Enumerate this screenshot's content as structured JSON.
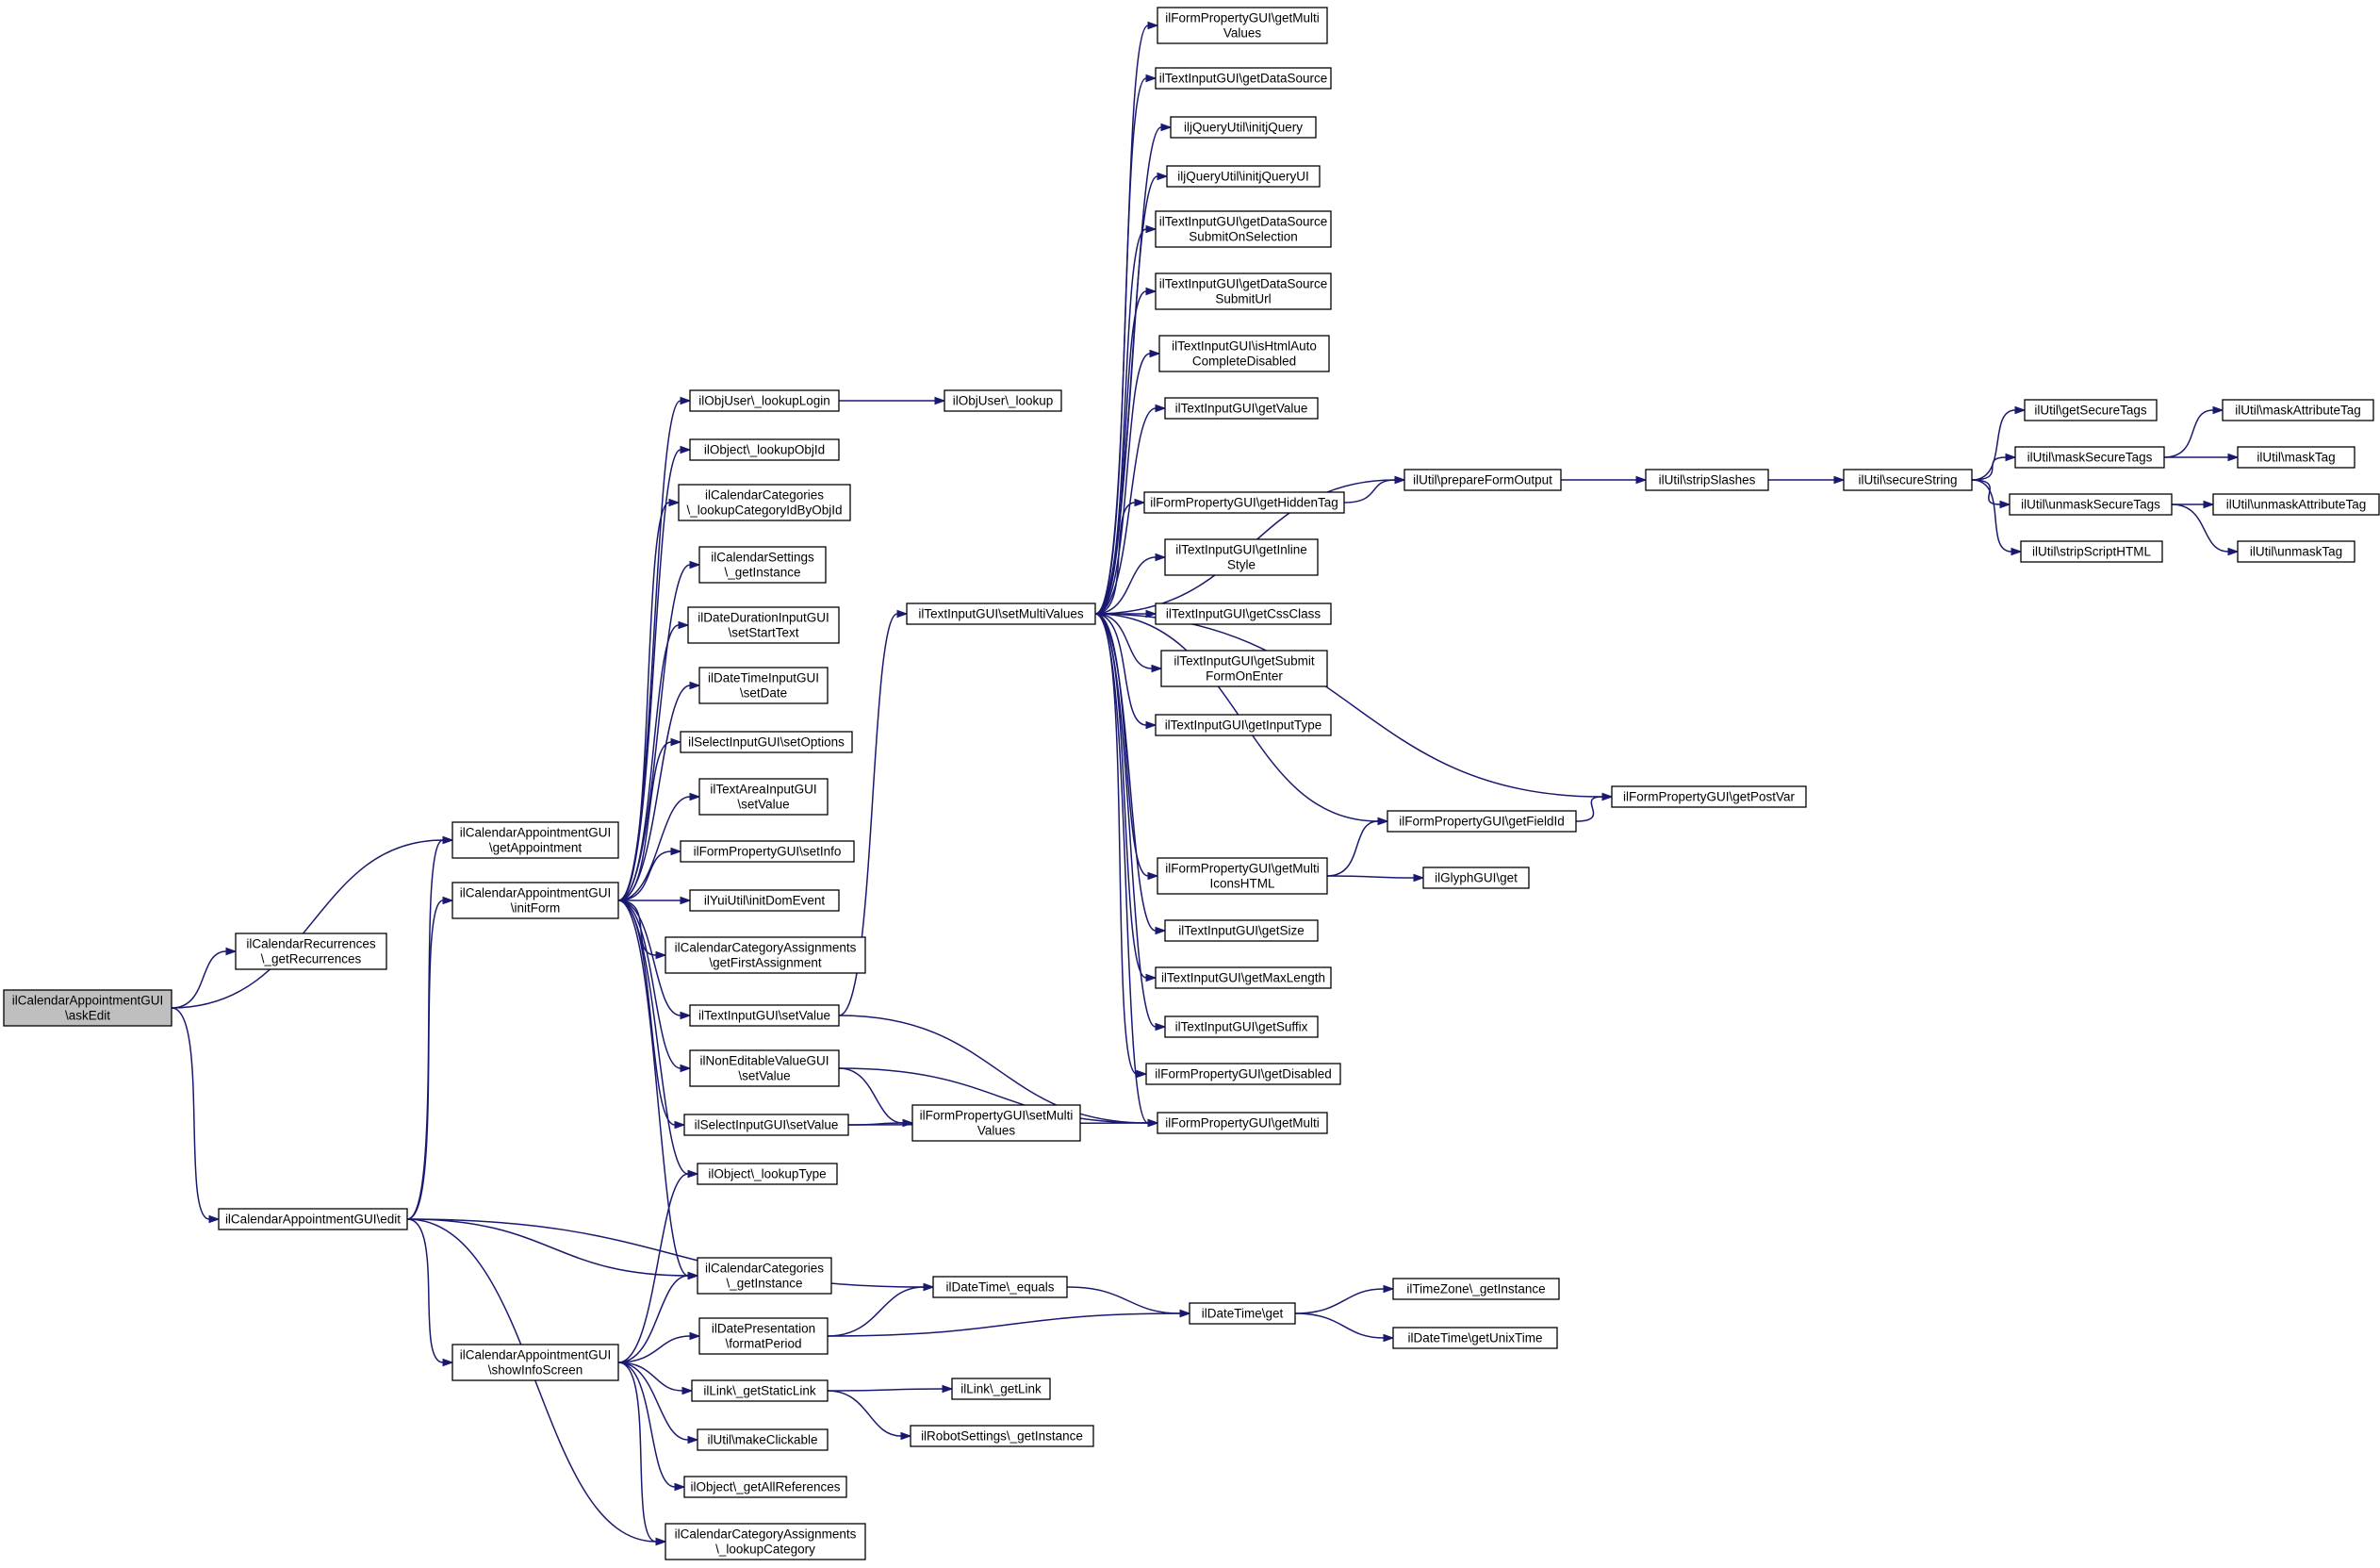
{
  "colors": {
    "edge": "#191970",
    "node_border": "#000000",
    "root_fill": "#bfbfbf",
    "node_fill": "#ffffff"
  },
  "nodes": [
    {
      "id": "askEdit",
      "lines": [
        "ilCalendarAppointmentGUI",
        "\\askEdit"
      ],
      "root": true
    },
    {
      "id": "getRecurrences",
      "lines": [
        "ilCalendarRecurrences",
        "\\_getRecurrences"
      ]
    },
    {
      "id": "getAppointment",
      "lines": [
        "ilCalendarAppointmentGUI",
        "\\getAppointment"
      ]
    },
    {
      "id": "initForm",
      "lines": [
        "ilCalendarAppointmentGUI",
        "\\initForm"
      ]
    },
    {
      "id": "edit",
      "lines": [
        "ilCalendarAppointmentGUI\\edit"
      ]
    },
    {
      "id": "showInfoScreen",
      "lines": [
        "ilCalendarAppointmentGUI",
        "\\showInfoScreen"
      ]
    },
    {
      "id": "lookupLogin",
      "lines": [
        "ilObjUser\\_lookupLogin"
      ]
    },
    {
      "id": "lookup",
      "lines": [
        "ilObjUser\\_lookup"
      ]
    },
    {
      "id": "lookupObjId",
      "lines": [
        "ilObject\\_lookupObjId"
      ]
    },
    {
      "id": "lookupCategoryIdByObjId",
      "lines": [
        "ilCalendarCategories",
        "\\_lookupCategoryIdByObjId"
      ]
    },
    {
      "id": "settingsGetInstance",
      "lines": [
        "ilCalendarSettings",
        "\\_getInstance"
      ]
    },
    {
      "id": "setStartText",
      "lines": [
        "ilDateDurationInputGUI",
        "\\setStartText"
      ]
    },
    {
      "id": "setDate",
      "lines": [
        "ilDateTimeInputGUI",
        "\\setDate"
      ]
    },
    {
      "id": "setOptions",
      "lines": [
        "ilSelectInputGUI\\setOptions"
      ]
    },
    {
      "id": "textAreaSetValue",
      "lines": [
        "ilTextAreaInputGUI",
        "\\setValue"
      ]
    },
    {
      "id": "setInfo",
      "lines": [
        "ilFormPropertyGUI\\setInfo"
      ]
    },
    {
      "id": "initDomEvent",
      "lines": [
        "ilYuiUtil\\initDomEvent"
      ]
    },
    {
      "id": "getFirstAssignment",
      "lines": [
        "ilCalendarCategoryAssignments",
        "\\getFirstAssignment"
      ]
    },
    {
      "id": "textInputSetValue",
      "lines": [
        "ilTextInputGUI\\setValue"
      ]
    },
    {
      "id": "nonEditableSetValue",
      "lines": [
        "ilNonEditableValueGUI",
        "\\setValue"
      ]
    },
    {
      "id": "selectInputSetValue",
      "lines": [
        "ilSelectInputGUI\\setValue"
      ]
    },
    {
      "id": "lookupType",
      "lines": [
        "ilObject\\_lookupType"
      ]
    },
    {
      "id": "categoriesGetInstance",
      "lines": [
        "ilCalendarCategories",
        "\\_getInstance"
      ]
    },
    {
      "id": "formatPeriod",
      "lines": [
        "ilDatePresentation",
        "\\formatPeriod"
      ]
    },
    {
      "id": "getStaticLink",
      "lines": [
        "ilLink\\_getStaticLink"
      ]
    },
    {
      "id": "makeClickable",
      "lines": [
        "ilUtil\\makeClickable"
      ]
    },
    {
      "id": "getAllReferences",
      "lines": [
        "ilObject\\_getAllReferences"
      ]
    },
    {
      "id": "lookupCategory",
      "lines": [
        "ilCalendarCategoryAssignments",
        "\\_lookupCategory"
      ]
    },
    {
      "id": "setMultiValues",
      "lines": [
        "ilTextInputGUI\\setMultiValues"
      ]
    },
    {
      "id": "formSetMultiValues",
      "lines": [
        "ilFormPropertyGUI\\setMulti",
        "Values"
      ]
    },
    {
      "id": "getMultiValues",
      "lines": [
        "ilFormPropertyGUI\\getMulti",
        "Values"
      ]
    },
    {
      "id": "getDataSource",
      "lines": [
        "ilTextInputGUI\\getDataSource"
      ]
    },
    {
      "id": "initjQuery",
      "lines": [
        "iljQueryUtil\\initjQuery"
      ]
    },
    {
      "id": "initjQueryUI",
      "lines": [
        "iljQueryUtil\\initjQueryUI"
      ]
    },
    {
      "id": "getDataSourceSubmitOnSelection",
      "lines": [
        "ilTextInputGUI\\getDataSource",
        "SubmitOnSelection"
      ]
    },
    {
      "id": "getDataSourceSubmitUrl",
      "lines": [
        "ilTextInputGUI\\getDataSource",
        "SubmitUrl"
      ]
    },
    {
      "id": "isHtmlAutoCompleteDisabled",
      "lines": [
        "ilTextInputGUI\\isHtmlAuto",
        "CompleteDisabled"
      ]
    },
    {
      "id": "getValue",
      "lines": [
        "ilTextInputGUI\\getValue"
      ]
    },
    {
      "id": "getHiddenTag",
      "lines": [
        "ilFormPropertyGUI\\getHiddenTag"
      ]
    },
    {
      "id": "getInlineStyle",
      "lines": [
        "ilTextInputGUI\\getInline",
        "Style"
      ]
    },
    {
      "id": "getCssClass",
      "lines": [
        "ilTextInputGUI\\getCssClass"
      ]
    },
    {
      "id": "getSubmitFormOnEnter",
      "lines": [
        "ilTextInputGUI\\getSubmit",
        "FormOnEnter"
      ]
    },
    {
      "id": "getInputType",
      "lines": [
        "ilTextInputGUI\\getInputType"
      ]
    },
    {
      "id": "getMultiIconsHTML",
      "lines": [
        "ilFormPropertyGUI\\getMulti",
        "IconsHTML"
      ]
    },
    {
      "id": "getSize",
      "lines": [
        "ilTextInputGUI\\getSize"
      ]
    },
    {
      "id": "getMaxLength",
      "lines": [
        "ilTextInputGUI\\getMaxLength"
      ]
    },
    {
      "id": "getSuffix",
      "lines": [
        "ilTextInputGUI\\getSuffix"
      ]
    },
    {
      "id": "getDisabled",
      "lines": [
        "ilFormPropertyGUI\\getDisabled"
      ]
    },
    {
      "id": "getMulti",
      "lines": [
        "ilFormPropertyGUI\\getMulti"
      ]
    },
    {
      "id": "dateTimeEquals",
      "lines": [
        "ilDateTime\\_equals"
      ]
    },
    {
      "id": "dateTimeGet",
      "lines": [
        "ilDateTime\\get"
      ]
    },
    {
      "id": "linkGetLink",
      "lines": [
        "ilLink\\_getLink"
      ]
    },
    {
      "id": "robotGetInstance",
      "lines": [
        "ilRobotSettings\\_getInstance"
      ]
    },
    {
      "id": "prepareFormOutput",
      "lines": [
        "ilUtil\\prepareFormOutput"
      ]
    },
    {
      "id": "getPostVar",
      "lines": [
        "ilFormPropertyGUI\\getPostVar"
      ]
    },
    {
      "id": "getFieldId",
      "lines": [
        "ilFormPropertyGUI\\getFieldId"
      ]
    },
    {
      "id": "glyphGet",
      "lines": [
        "ilGlyphGUI\\get"
      ]
    },
    {
      "id": "timeZoneGetInstance",
      "lines": [
        "ilTimeZone\\_getInstance"
      ]
    },
    {
      "id": "getUnixTime",
      "lines": [
        "ilDateTime\\getUnixTime"
      ]
    },
    {
      "id": "stripSlashes",
      "lines": [
        "ilUtil\\stripSlashes"
      ]
    },
    {
      "id": "secureString",
      "lines": [
        "ilUtil\\secureString"
      ]
    },
    {
      "id": "getSecureTags",
      "lines": [
        "ilUtil\\getSecureTags"
      ]
    },
    {
      "id": "maskSecureTags",
      "lines": [
        "ilUtil\\maskSecureTags"
      ]
    },
    {
      "id": "unmaskSecureTags",
      "lines": [
        "ilUtil\\unmaskSecureTags"
      ]
    },
    {
      "id": "stripScriptHTML",
      "lines": [
        "ilUtil\\stripScriptHTML"
      ]
    },
    {
      "id": "maskAttributeTag",
      "lines": [
        "ilUtil\\maskAttributeTag"
      ]
    },
    {
      "id": "maskTag",
      "lines": [
        "ilUtil\\maskTag"
      ]
    },
    {
      "id": "unmaskAttributeTag",
      "lines": [
        "ilUtil\\unmaskAttributeTag"
      ]
    },
    {
      "id": "unmaskTag",
      "lines": [
        "ilUtil\\unmaskTag"
      ]
    }
  ],
  "edges": [
    [
      "askEdit",
      "getRecurrences"
    ],
    [
      "askEdit",
      "getAppointment"
    ],
    [
      "askEdit",
      "edit"
    ],
    [
      "edit",
      "getAppointment"
    ],
    [
      "edit",
      "initForm"
    ],
    [
      "edit",
      "showInfoScreen"
    ],
    [
      "edit",
      "categoriesGetInstance"
    ],
    [
      "edit",
      "dateTimeEquals"
    ],
    [
      "edit",
      "lookupCategory"
    ],
    [
      "initForm",
      "lookupLogin"
    ],
    [
      "initForm",
      "lookupObjId"
    ],
    [
      "initForm",
      "lookupCategoryIdByObjId"
    ],
    [
      "initForm",
      "settingsGetInstance"
    ],
    [
      "initForm",
      "setStartText"
    ],
    [
      "initForm",
      "setDate"
    ],
    [
      "initForm",
      "setOptions"
    ],
    [
      "initForm",
      "textAreaSetValue"
    ],
    [
      "initForm",
      "setInfo"
    ],
    [
      "initForm",
      "initDomEvent"
    ],
    [
      "initForm",
      "getFirstAssignment"
    ],
    [
      "initForm",
      "textInputSetValue"
    ],
    [
      "initForm",
      "nonEditableSetValue"
    ],
    [
      "initForm",
      "selectInputSetValue"
    ],
    [
      "initForm",
      "lookupType"
    ],
    [
      "initForm",
      "categoriesGetInstance"
    ],
    [
      "lookupLogin",
      "lookup"
    ],
    [
      "textInputSetValue",
      "setMultiValues"
    ],
    [
      "textInputSetValue",
      "getMulti"
    ],
    [
      "nonEditableSetValue",
      "formSetMultiValues"
    ],
    [
      "nonEditableSetValue",
      "getMulti"
    ],
    [
      "selectInputSetValue",
      "formSetMultiValues"
    ],
    [
      "selectInputSetValue",
      "getMulti"
    ],
    [
      "showInfoScreen",
      "lookupType"
    ],
    [
      "showInfoScreen",
      "categoriesGetInstance"
    ],
    [
      "showInfoScreen",
      "formatPeriod"
    ],
    [
      "showInfoScreen",
      "getStaticLink"
    ],
    [
      "showInfoScreen",
      "makeClickable"
    ],
    [
      "showInfoScreen",
      "getAllReferences"
    ],
    [
      "showInfoScreen",
      "lookupCategory"
    ],
    [
      "formatPeriod",
      "dateTimeEquals"
    ],
    [
      "formatPeriod",
      "dateTimeGet"
    ],
    [
      "dateTimeEquals",
      "dateTimeGet"
    ],
    [
      "dateTimeGet",
      "timeZoneGetInstance"
    ],
    [
      "dateTimeGet",
      "getUnixTime"
    ],
    [
      "getStaticLink",
      "linkGetLink"
    ],
    [
      "getStaticLink",
      "robotGetInstance"
    ],
    [
      "setMultiValues",
      "getMultiValues"
    ],
    [
      "setMultiValues",
      "getDataSource"
    ],
    [
      "setMultiValues",
      "initjQuery"
    ],
    [
      "setMultiValues",
      "initjQueryUI"
    ],
    [
      "setMultiValues",
      "getDataSourceSubmitOnSelection"
    ],
    [
      "setMultiValues",
      "getDataSourceSubmitUrl"
    ],
    [
      "setMultiValues",
      "isHtmlAutoCompleteDisabled"
    ],
    [
      "setMultiValues",
      "getValue"
    ],
    [
      "setMultiValues",
      "prepareFormOutput"
    ],
    [
      "setMultiValues",
      "getHiddenTag"
    ],
    [
      "setMultiValues",
      "getInlineStyle"
    ],
    [
      "setMultiValues",
      "getCssClass"
    ],
    [
      "setMultiValues",
      "getSubmitFormOnEnter"
    ],
    [
      "setMultiValues",
      "getInputType"
    ],
    [
      "setMultiValues",
      "getPostVar"
    ],
    [
      "setMultiValues",
      "getFieldId"
    ],
    [
      "setMultiValues",
      "getMultiIconsHTML"
    ],
    [
      "setMultiValues",
      "getSize"
    ],
    [
      "setMultiValues",
      "getMaxLength"
    ],
    [
      "setMultiValues",
      "getSuffix"
    ],
    [
      "setMultiValues",
      "getDisabled"
    ],
    [
      "setMultiValues",
      "getMulti"
    ],
    [
      "getHiddenTag",
      "prepareFormOutput"
    ],
    [
      "getFieldId",
      "getPostVar"
    ],
    [
      "getMultiIconsHTML",
      "getFieldId"
    ],
    [
      "getMultiIconsHTML",
      "glyphGet"
    ],
    [
      "prepareFormOutput",
      "stripSlashes"
    ],
    [
      "stripSlashes",
      "secureString"
    ],
    [
      "secureString",
      "getSecureTags"
    ],
    [
      "secureString",
      "maskSecureTags"
    ],
    [
      "secureString",
      "unmaskSecureTags"
    ],
    [
      "secureString",
      "stripScriptHTML"
    ],
    [
      "maskSecureTags",
      "maskAttributeTag"
    ],
    [
      "maskSecureTags",
      "maskTag"
    ],
    [
      "unmaskSecureTags",
      "unmaskAttributeTag"
    ],
    [
      "unmaskSecureTags",
      "unmaskTag"
    ]
  ]
}
